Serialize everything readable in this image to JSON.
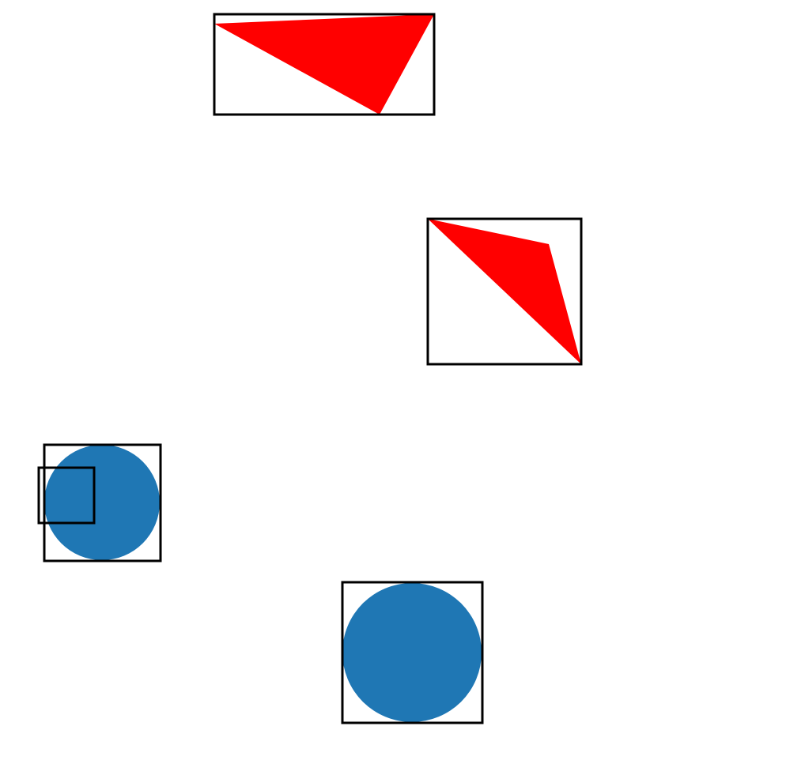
{
  "colors": {
    "background": "#ffffff",
    "outline": "#000000",
    "triangle_fill": "#ff0000",
    "circle_fill": "#1f77b4"
  },
  "shapes": [
    {
      "name": "triangle-box-top",
      "kind": "triangle-in-box",
      "fill_color": "#ff0000"
    },
    {
      "name": "triangle-box-right",
      "kind": "triangle-in-box",
      "fill_color": "#ff0000"
    },
    {
      "name": "circle-box-left",
      "kind": "circle-in-box-with-inner-square",
      "fill_color": "#1f77b4"
    },
    {
      "name": "circle-box-bottom",
      "kind": "circle-in-box",
      "fill_color": "#1f77b4"
    }
  ]
}
